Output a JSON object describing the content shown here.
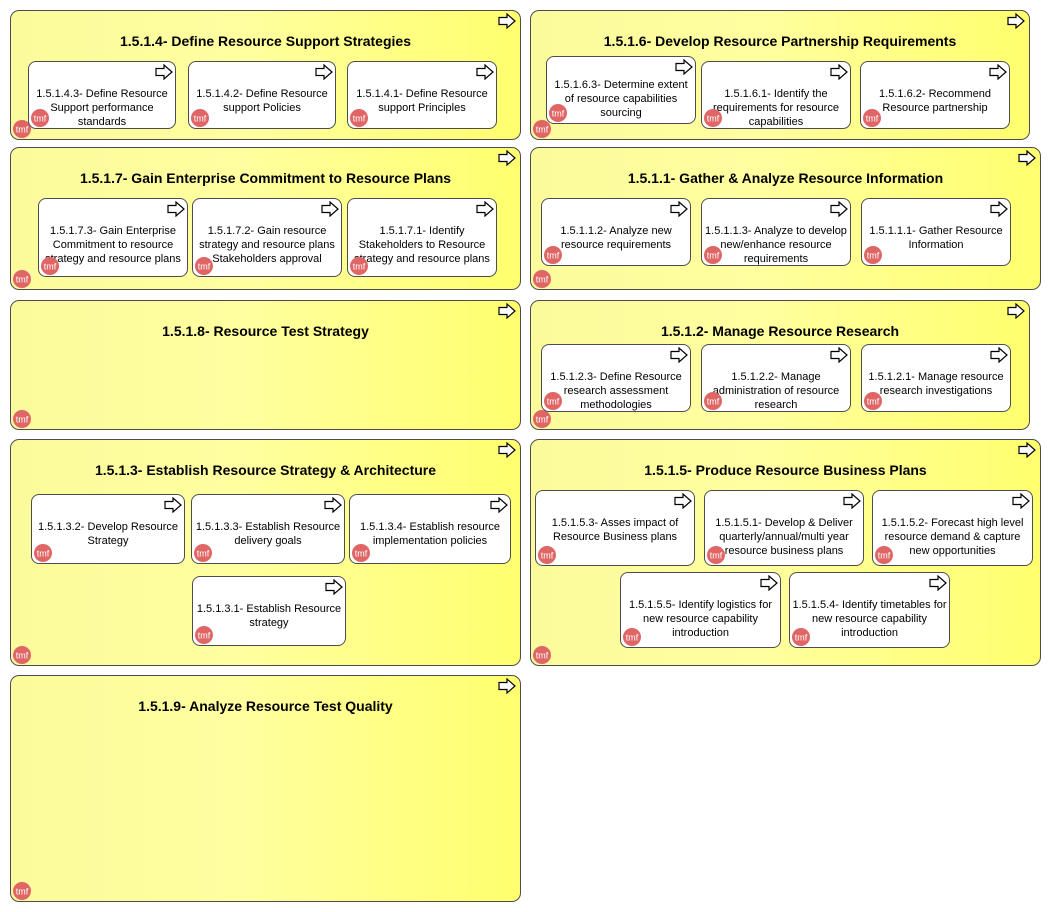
{
  "colors": {
    "group_fill": "#ffff9c",
    "border": "#4d4d4d",
    "logo": "#e06666"
  },
  "icons": {
    "arrow": "arrow-right-icon",
    "logo": "tmf-logo-icon"
  },
  "logo_text": "tmf",
  "groups": {
    "g1514": {
      "title": "1.5.1.4- Define Resource Support Strategies",
      "c1": "1.5.1.4.3- Define Resource Support performance standards",
      "c2": "1.5.1.4.2- Define Resource support Policies",
      "c3": "1.5.1.4.1- Define Resource support Principles"
    },
    "g1516": {
      "title": "1.5.1.6- Develop Resource Partnership Requirements",
      "c1": "1.5.1.6.3- Determine extent of resource capabilities sourcing",
      "c2": "1.5.1.6.1- Identify the requirements for resource capabilities",
      "c3": "1.5.1.6.2- Recommend Resource partnership"
    },
    "g1517": {
      "title": "1.5.1.7- Gain Enterprise Commitment to Resource Plans",
      "c1": "1.5.1.7.3- Gain Enterprise Commitment to resource strategy and resource plans",
      "c2": "1.5.1.7.2- Gain resource strategy and resource plans Stakeholders approval",
      "c3": "1.5.1.7.1- Identify Stakeholders to Resource strategy and resource plans"
    },
    "g1511": {
      "title": "1.5.1.1- Gather & Analyze Resource Information",
      "c1": "1.5.1.1.2- Analyze new resource requirements",
      "c2": "1.5.1.1.3- Analyze to develop new/enhance resource requirements",
      "c3": "1.5.1.1.1- Gather Resource Information"
    },
    "g1518": {
      "title": "1.5.1.8- Resource Test Strategy"
    },
    "g1512": {
      "title": "1.5.1.2- Manage Resource Research",
      "c1": "1.5.1.2.3- Define Resource research assessment methodologies",
      "c2": "1.5.1.2.2- Manage administration of resource research",
      "c3": "1.5.1.2.1- Manage resource research investigations"
    },
    "g1513": {
      "title": "1.5.1.3- Establish Resource Strategy & Architecture",
      "c1": "1.5.1.3.2- Develop Resource Strategy",
      "c2": "1.5.1.3.3- Establish Resource delivery goals",
      "c3": "1.5.1.3.4- Establish resource implementation policies",
      "c4": "1.5.1.3.1- Establish Resource strategy"
    },
    "g1515": {
      "title": "1.5.1.5- Produce Resource Business Plans",
      "c1": "1.5.1.5.3- Asses impact of Resource Business plans",
      "c2": "1.5.1.5.1- Develop & Deliver quarterly/annual/multi year resource business plans",
      "c3": "1.5.1.5.2- Forecast high level resource demand & capture new opportunities",
      "c4": "1.5.1.5.5- Identify logistics for new resource capability introduction",
      "c5": "1.5.1.5.4- Identify timetables for new resource capability introduction"
    },
    "g1519": {
      "title": "1.5.1.9- Analyze Resource Test Quality"
    }
  }
}
